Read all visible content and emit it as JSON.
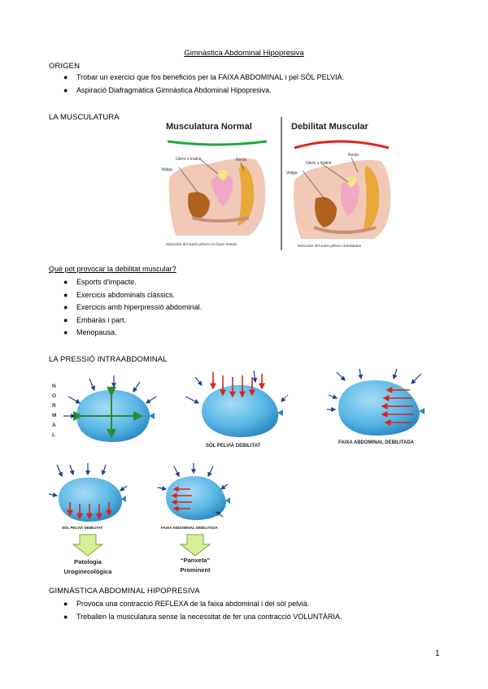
{
  "title": "Gimnàstica Abdominal Hipopresiva",
  "origen": {
    "heading": "ORIGEN",
    "items": [
      "Trobar un exercici que fos beneficiós per la FAIXA ABDOMINAL i pel SÒL PELVIÀ.",
      "Aspiració Diafragmàtica  Gimnàstica Abdominal Hipopresiva."
    ]
  },
  "musculatura": {
    "heading": "LA MUSCULATURA",
    "figure": {
      "left_title": "Musculatura Normal",
      "right_title": "Debilitat Muscular",
      "label_utero": "Útero o matriz",
      "label_recto": "Recto",
      "label_vejiga": "Vejiga",
      "left_caption": "Músculos del suelo pélvico en buen estado",
      "right_caption": "Músculos del suelo pélvico debilitados"
    },
    "question": "Què pot provocar la debilitat muscular?",
    "causes": [
      "Esports d'impacte.",
      "Exercicis abdominals clàssics.",
      "Exercicis amb hiperpressió abdominal.",
      "Embaràs i part.",
      "Menopausa."
    ]
  },
  "pressio": {
    "heading": "LA PRESSIÓ INTRAABDOMINAL",
    "normal_vertical": [
      "N",
      "O",
      "R",
      "M",
      "A",
      "L"
    ],
    "label_sol": "SÒL PELVIÀ DEBILITAT",
    "label_faixa": "FAIXA ABDOMINAL DEBILITADA",
    "label_sol_small": "SÒL PELVIÀ DEBILITAT",
    "label_faixa_small": "FAIXA ABDOMINAL DEBILITADA",
    "result_left_1": "Patologia",
    "result_left_2": "Uroginecològica",
    "result_right_1": "“Panxeta”",
    "result_right_2": "Prominent"
  },
  "gah": {
    "heading": "GIMNÀSTICA ABDOMINAL HIPOPRESIVA",
    "items": [
      "Provoca una contracció REFLEXA de la faixa abdominal i del sòl pelvià.",
      "Treballen la musculatura sense la necessitat de fer una contracció VOLUNTÀRIA."
    ]
  },
  "page_number": "1",
  "colors": {
    "balloon": "#5bb8e6",
    "balloon_dark": "#2a86c0",
    "arrow_blue": "#1d3f8f",
    "arrow_red": "#d9241c",
    "arrow_green": "#2e8b2e",
    "curve_green": "#1faa3a",
    "curve_red": "#e0231c",
    "down_arrow_fill": "#d6ef9a"
  }
}
